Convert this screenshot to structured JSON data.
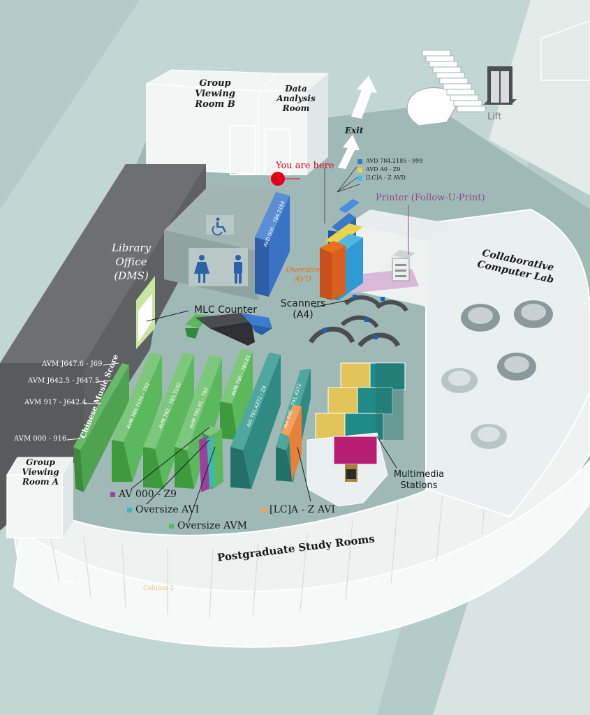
{
  "rooms": {
    "group_viewing_b": "Group\nViewing\nRoom B",
    "data_analysis": "Data\nAnalysis\nRoom",
    "library_office": "Library\nOffice\n(DMS)",
    "group_viewing_a": "Group\nViewing\nRoom A",
    "collab_lab": "Collaborative\nComputer Lab",
    "postgrad": "Postgraduate Study Rooms"
  },
  "labels": {
    "exit": "Exit",
    "lift": "Lift",
    "you_are_here": "You are here",
    "printer": "Printer (Follow-U-Print)",
    "scanners": "Scanners\n(A4)",
    "mlc_counter": "MLC Counter",
    "oversize_avd": "Oversize\nAVD",
    "multimedia": "Multimedia\nStations",
    "chinese_music": "Chinese Music Score",
    "column_1": "Column 1",
    "column_2": "Column 2"
  },
  "avd_legend": [
    {
      "text": "AVD 784.2185 - 999",
      "color": "#3a78c8"
    },
    {
      "text": "AVD A0 - Z9",
      "color": "#e8d34a"
    },
    {
      "text": "[LC]A - Z AVD",
      "color": "#4fb7e6"
    }
  ],
  "avm_ranges": [
    "AVM J647.6 - J69",
    "AVM J642.5 - J647.5",
    "AVM 917 - J642.4",
    "AVM 000 - 916"
  ],
  "shelf_tags": [
    "AVD 000 - 784.2184",
    "AVM 785.7105 - 792",
    "AVM 782 - 785.7192",
    "AVM 780.81 - 782",
    "AVM 780 - 780.81",
    "AVI 791.4372 - Z9",
    "AVI 000 - 791.4372"
  ],
  "legend": [
    {
      "text": "AV 000 - Z9",
      "color": "#9d3f9c"
    },
    {
      "text": "Oversize AVI",
      "color": "#3fb8b0"
    },
    {
      "text": "Oversize AVM",
      "color": "#5cb85c"
    },
    {
      "text": "[LC]A - Z AVI",
      "color": "#f2a05a"
    }
  ],
  "colors": {
    "background": "#b3ccc9",
    "floor": "#9fbab6",
    "you_are_here": "#e3001b",
    "printer_text": "#8a4a8f",
    "oversize_avd_text": "#e8701a"
  }
}
